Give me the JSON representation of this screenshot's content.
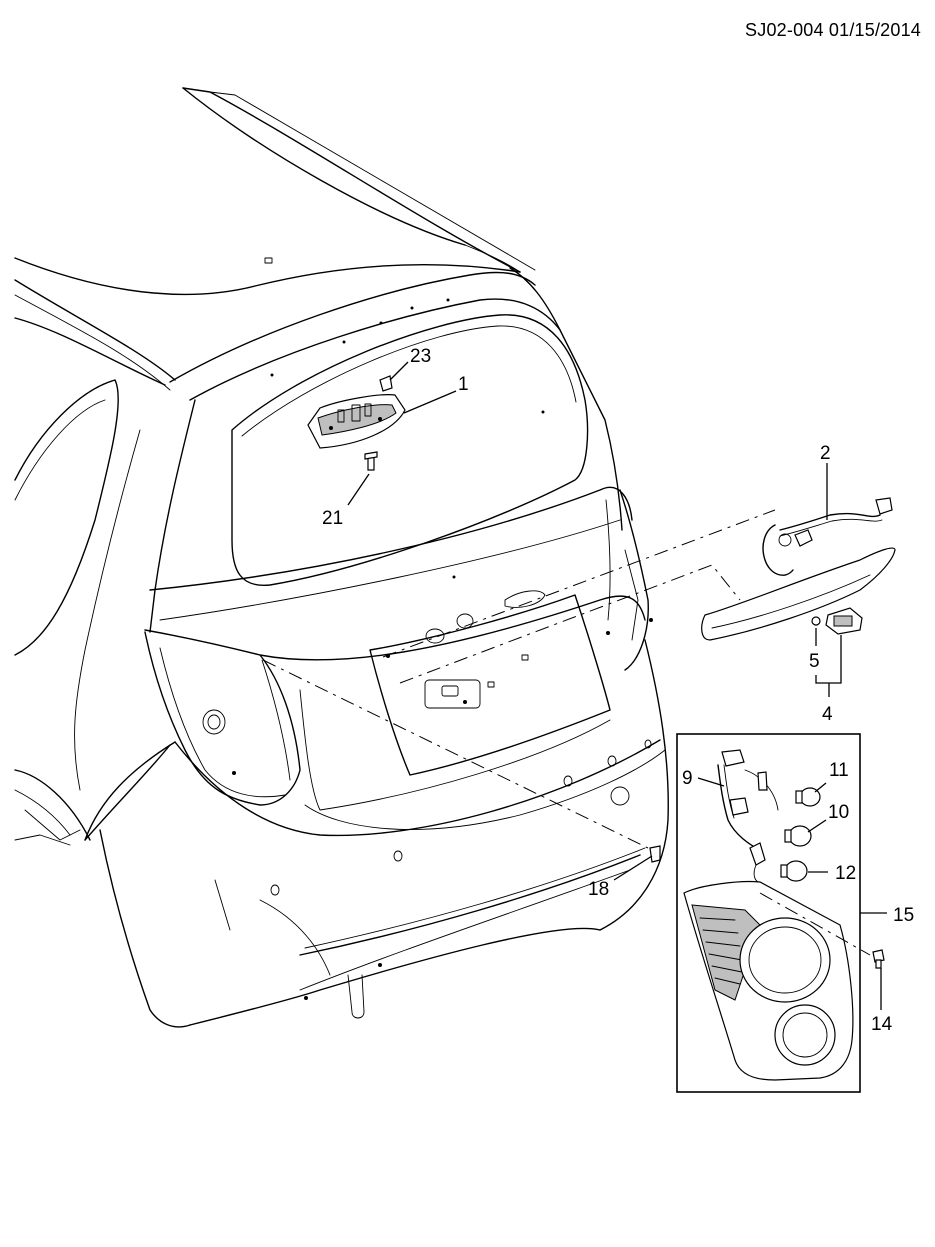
{
  "header": {
    "doc_id": "SJ02-004 01/15/2014"
  },
  "callouts": {
    "c1": "1",
    "c2": "2",
    "c4": "4",
    "c5": "5",
    "c9": "9",
    "c10": "10",
    "c11": "11",
    "c12": "12",
    "c14": "14",
    "c15": "15",
    "c18": "18",
    "c21": "21",
    "c23": "23"
  }
}
